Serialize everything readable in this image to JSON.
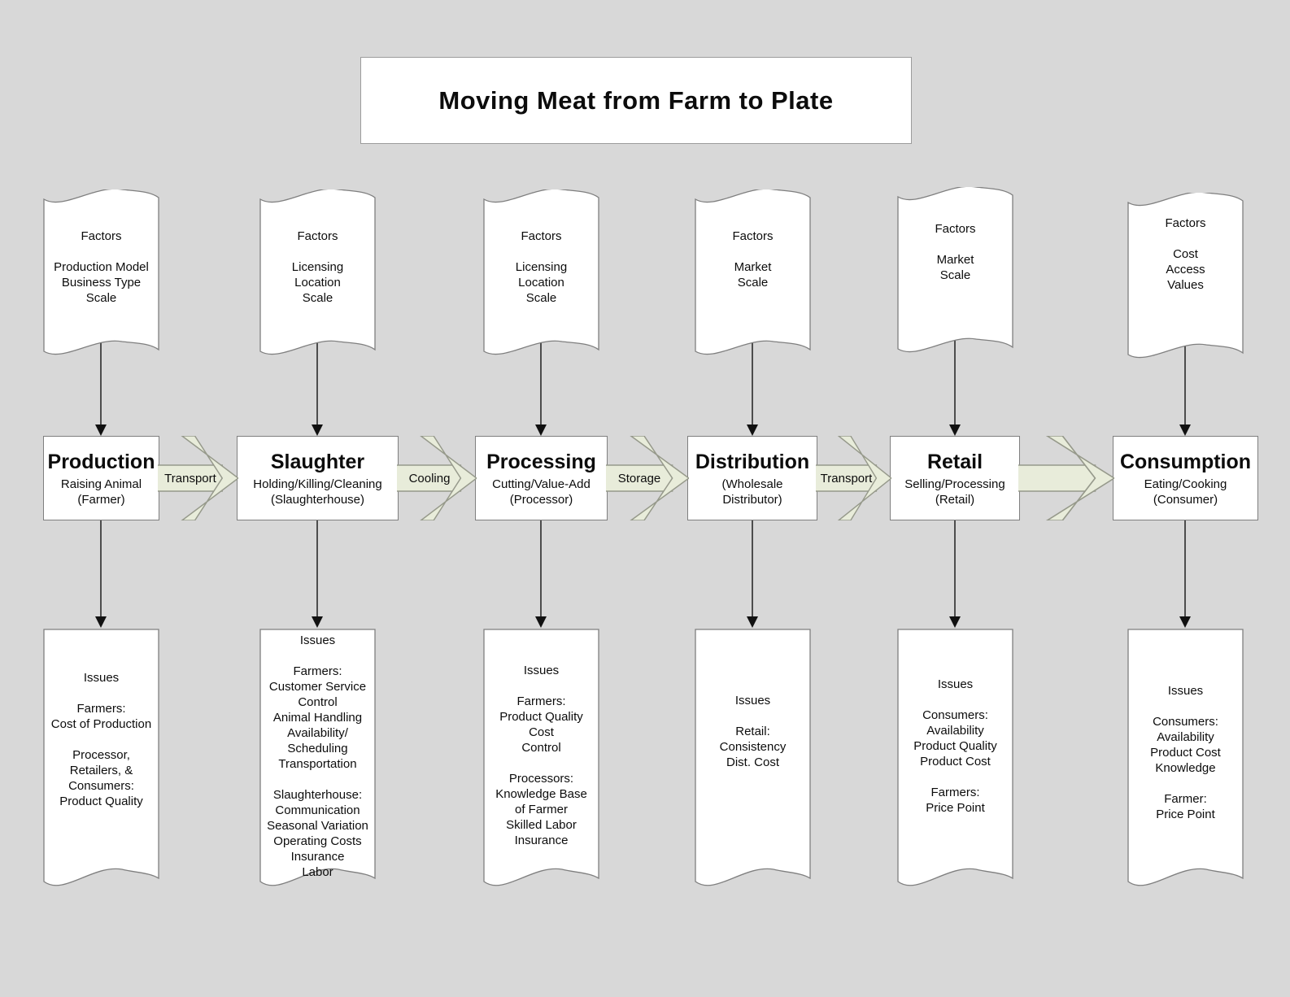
{
  "title": "Moving Meat from Farm to Plate",
  "columns": [
    {
      "factors_text": "Factors\n\nProduction Model\nBusiness Type\nScale",
      "stage": {
        "title": "Production",
        "subtitle": "Raising Animal\n(Farmer)"
      },
      "issues_text": "Issues\n\nFarmers:\nCost of Production\n\nProcessor,\nRetailers, &\nConsumers:\nProduct Quality"
    },
    {
      "factors_text": "Factors\n\nLicensing\nLocation\nScale",
      "stage": {
        "title": "Slaughter",
        "subtitle": "Holding/Killing/Cleaning\n(Slaughterhouse)"
      },
      "issues_text": "Issues\n\nFarmers:\nCustomer Service\nControl\nAnimal Handling\nAvailability/\nScheduling\nTransportation\n\nSlaughterhouse:\nCommunication\nSeasonal Variation\nOperating Costs\nInsurance\nLabor"
    },
    {
      "factors_text": "Factors\n\nLicensing\nLocation\nScale",
      "stage": {
        "title": "Processing",
        "subtitle": "Cutting/Value-Add\n(Processor)"
      },
      "issues_text": "Issues\n\nFarmers:\nProduct Quality\nCost\nControl\n\nProcessors:\nKnowledge Base\nof Farmer\nSkilled Labor\nInsurance"
    },
    {
      "factors_text": "Factors\n\nMarket\nScale",
      "stage": {
        "title": "Distribution",
        "subtitle": "(Wholesale\nDistributor)"
      },
      "issues_text": "Issues\n\nRetail:\nConsistency\nDist. Cost"
    },
    {
      "factors_text": "Factors\n\nMarket\nScale",
      "stage": {
        "title": "Retail",
        "subtitle": "Selling/Processing\n(Retail)"
      },
      "issues_text": "Issues\n\nConsumers:\nAvailability\nProduct Quality\nProduct Cost\n\nFarmers:\nPrice Point"
    },
    {
      "factors_text": "Factors\n\nCost\nAccess\nValues",
      "stage": {
        "title": "Consumption",
        "subtitle": "Eating/Cooking\n(Consumer)"
      },
      "issues_text": "Issues\n\nConsumers:\nAvailability\nProduct Cost\nKnowledge\n\nFarmer:\nPrice Point"
    }
  ],
  "connectors": [
    {
      "label": "Transport"
    },
    {
      "label": "Cooling"
    },
    {
      "label": "Storage"
    },
    {
      "label": "Transport"
    },
    {
      "label": ""
    }
  ],
  "colors": {
    "background": "#d8d8d8",
    "shape_fill": "#ffffff",
    "shape_border": "#7f7f7f",
    "arrow_fill": "#e8ecda",
    "arrow_border": "#96998b",
    "connector_line": "#4d4d4d",
    "arrowhead": "#111111"
  }
}
